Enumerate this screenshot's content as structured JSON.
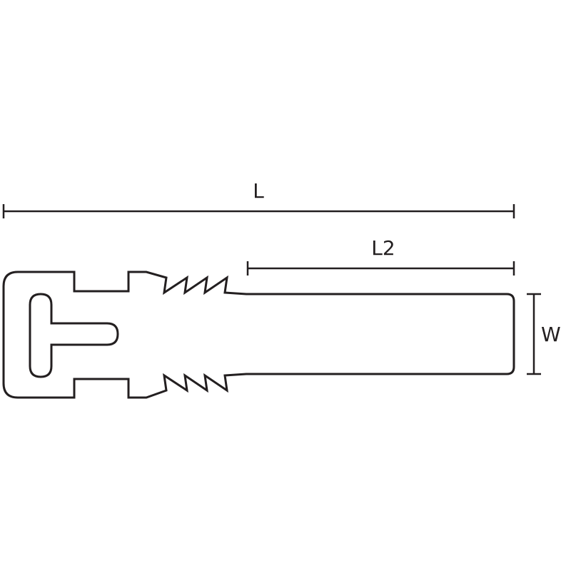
{
  "dimensions": {
    "length_label": "L",
    "length2_label": "L2",
    "width_label": "W"
  },
  "colors": {
    "line": "#231f20",
    "background": "#ffffff"
  }
}
